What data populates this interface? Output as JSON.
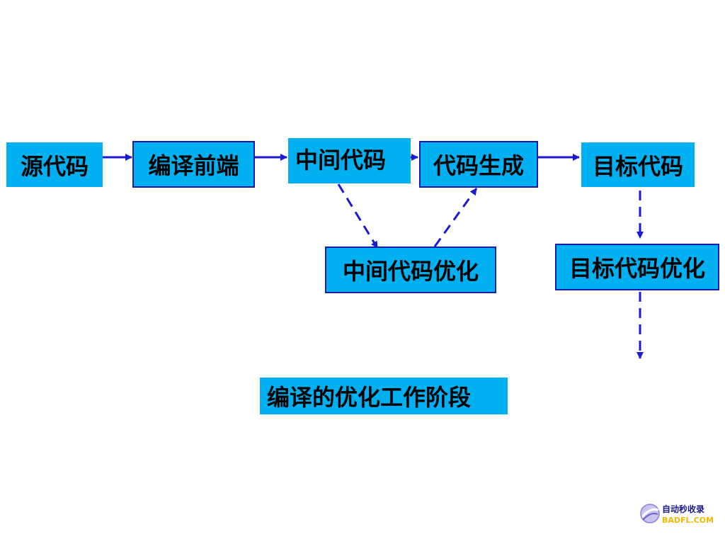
{
  "nodes": {
    "source_code": "源代码",
    "frontend": "编译前端",
    "intermediate_code": "中间代码",
    "code_generation": "代码生成",
    "target_code": "目标代码",
    "intermediate_opt": "中间代码优化",
    "target_opt": "目标代码优化"
  },
  "caption": "编译的优化工作阶段",
  "watermark": {
    "text_cn": "自动秒收录",
    "text_en": "BADFL.COM"
  },
  "colors": {
    "box_fill": "#00b0f0",
    "box_border": "#1a1aa8",
    "arrow": "#1a1ad0"
  }
}
